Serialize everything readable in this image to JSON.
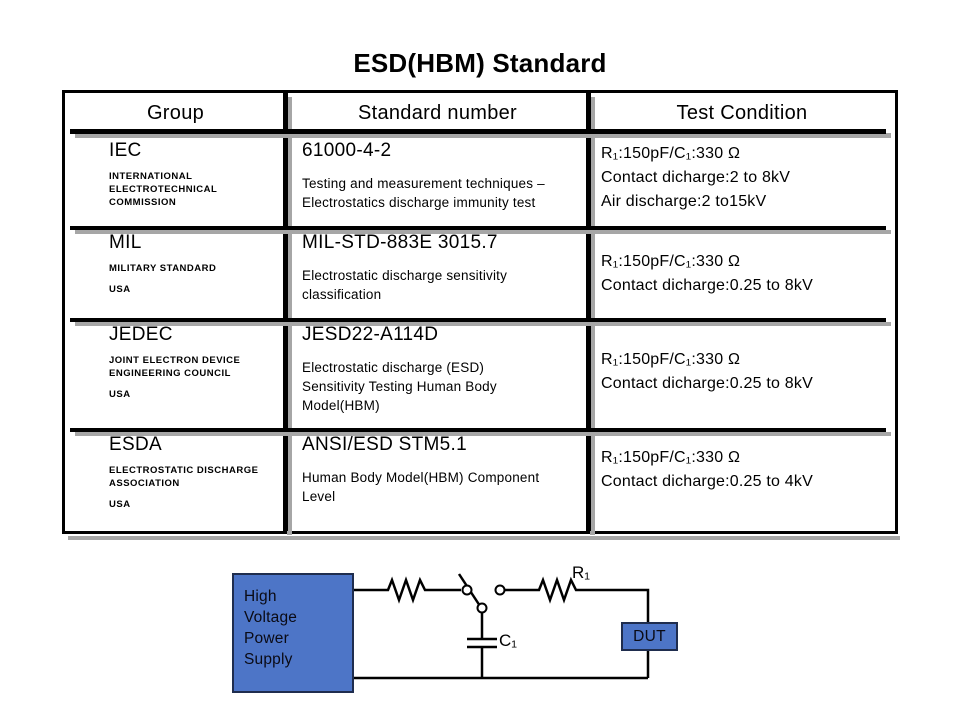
{
  "title": "ESD(HBM) Standard",
  "colors": {
    "box_blue": "#4d75c7",
    "line_black": "#000000",
    "shadow_gray": "#a6a6a6"
  },
  "table": {
    "headers": [
      "Group",
      "Standard number",
      "Test Condition"
    ],
    "rows": [
      {
        "group": "IEC",
        "group_sub": "INTERNATIONAL\nELECTROTECHNICAL\nCOMMISSION",
        "group_country": "",
        "standard": "61000-4-2",
        "standard_desc": "Testing and measurement techniques –\nElectrostatics discharge immunity test",
        "conditions": [
          "R₁:150pF/C₁:330 Ω",
          "Contact dicharge:2 to 8kV",
          "Air discharge:2 to15kV"
        ]
      },
      {
        "group": "MIL",
        "group_sub": "MILITARY STANDARD",
        "group_country": "USA",
        "standard": "MIL-STD-883E 3015.7",
        "standard_desc": "Electrostatic discharge sensitivity\nclassification",
        "conditions": [
          "R₁:150pF/C₁:330 Ω",
          "Contact dicharge:0.25 to 8kV"
        ]
      },
      {
        "group": "JEDEC",
        "group_sub": "JOINT ELECTRON DEVICE\nENGINEERING COUNCIL",
        "group_country": "USA",
        "standard": "JESD22-A114D",
        "standard_desc": "Electrostatic discharge (ESD)\nSensitivity Testing Human Body\nModel(HBM)",
        "conditions": [
          "R₁:150pF/C₁:330 Ω",
          "Contact dicharge:0.25 to 8kV"
        ]
      },
      {
        "group": "ESDA",
        "group_sub": "ELECTROSTATIC DISCHARGE\nASSOCIATION",
        "group_country": "USA",
        "standard": "ANSI/ESD STM5.1",
        "standard_desc": "Human Body Model(HBM) Component\nLevel",
        "conditions": [
          "R₁:150pF/C₁:330 Ω",
          "Contact dicharge:0.25 to 4kV"
        ]
      }
    ]
  },
  "circuit": {
    "hv_supply_label": "High\nVoltage\nPower\nSupply",
    "dut_label": "DUT",
    "r1_label": "R₁",
    "c1_label": "C₁"
  }
}
